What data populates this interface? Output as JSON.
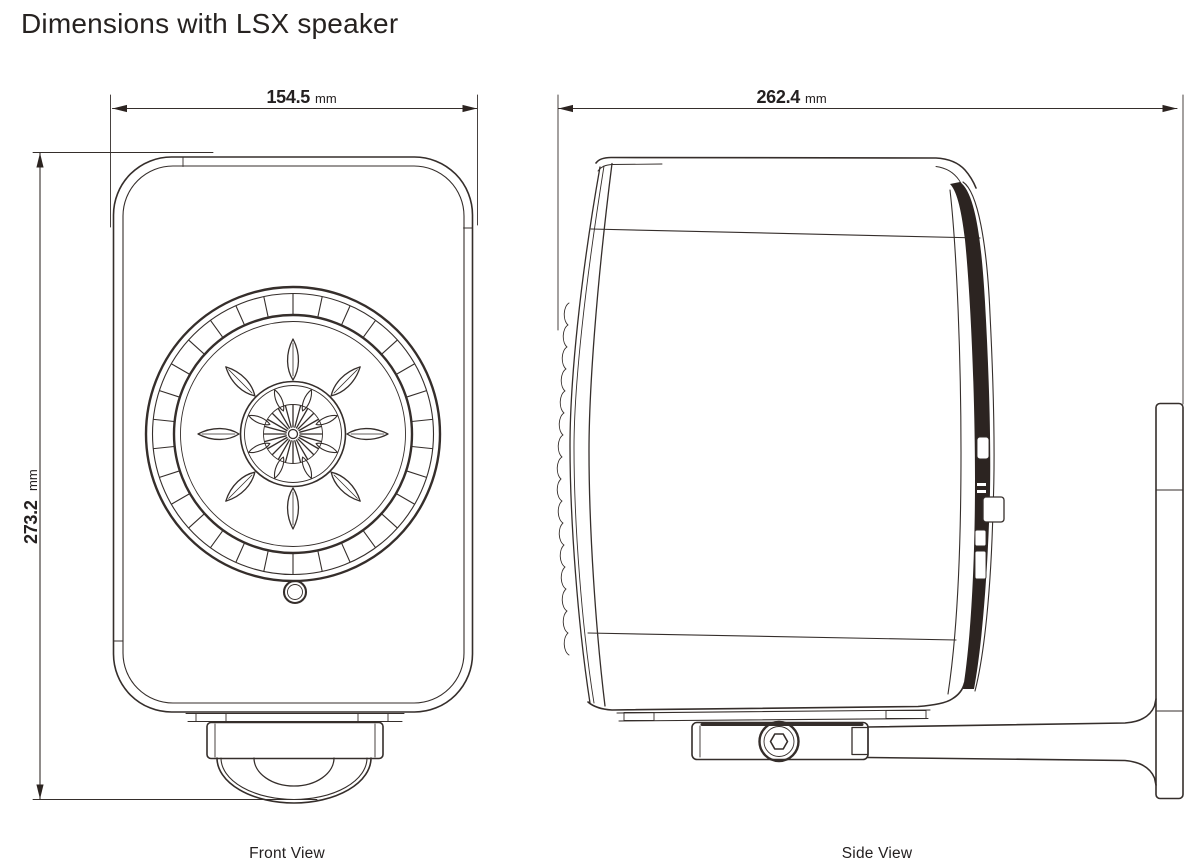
{
  "title": "Dimensions with LSX speaker",
  "front_view": {
    "label": "Front View",
    "width_dimension": {
      "value": "154.5",
      "unit": "mm"
    },
    "height_dimension": {
      "value": "273.2",
      "unit": "mm"
    }
  },
  "side_view": {
    "label": "Side View",
    "depth_dimension": {
      "value": "262.4",
      "unit": "mm"
    }
  },
  "colors": {
    "line": "#352e2b",
    "dark_fill": "#2c2421",
    "text": "#242020",
    "background": "#ffffff"
  }
}
